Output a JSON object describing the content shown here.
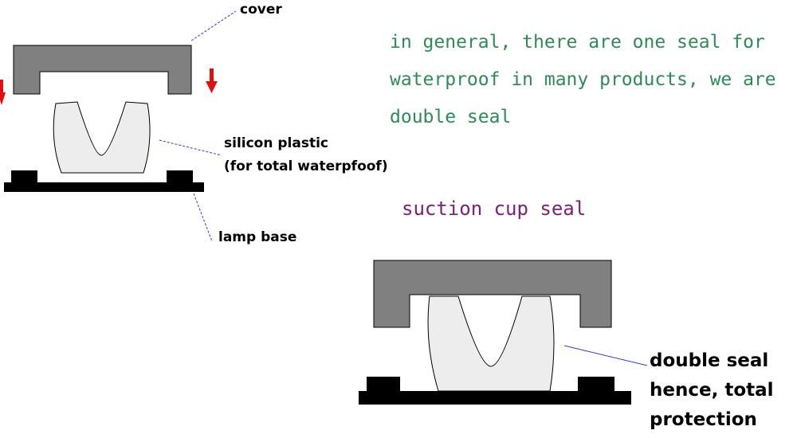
{
  "labels": {
    "cover": "cover",
    "silicon_line1": "silicon plastic",
    "silicon_line2": "(for total waterpfoof)",
    "lamp_base": "lamp base"
  },
  "note": {
    "line1": "in general, there are one seal for",
    "line2": "waterproof in many products, we are",
    "line3": "double seal"
  },
  "suction_title": "suction cup seal",
  "double_seal": {
    "line1": "double seal",
    "line2": "hence, total",
    "line3": "protection"
  },
  "colors": {
    "cover_fill": "#808080",
    "silicon_fill": "#ededed",
    "base_fill": "#000000",
    "arrow": "#e01010",
    "leader_line": "#2a3fd1",
    "note_text": "#2e8b57",
    "suction_text": "#7a1f7a"
  }
}
